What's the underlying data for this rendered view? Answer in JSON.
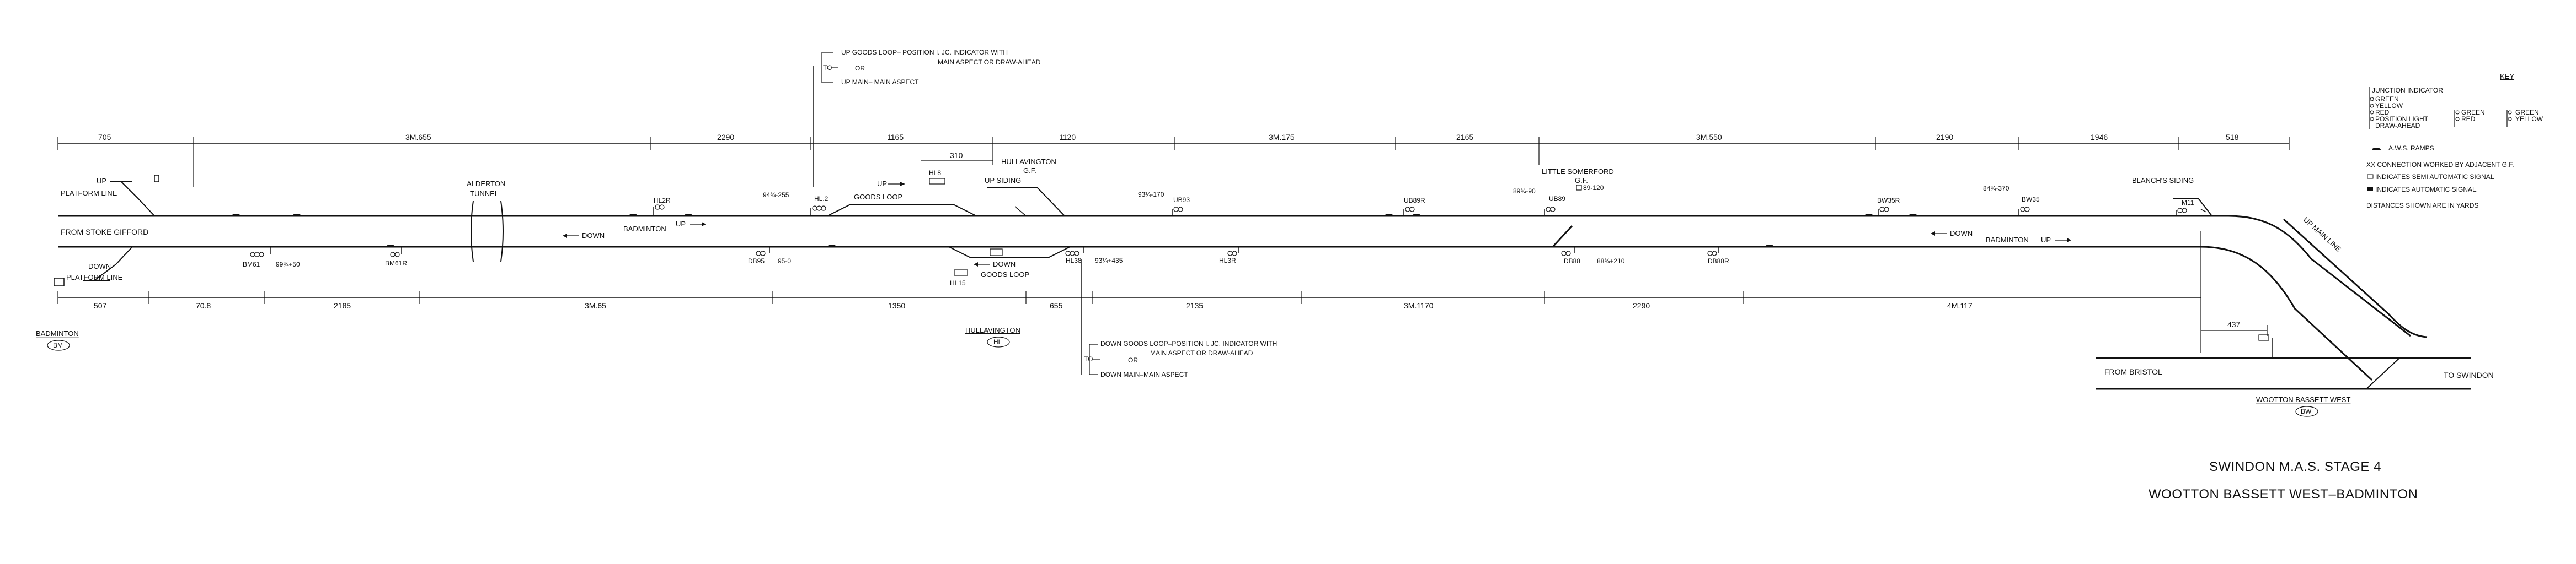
{
  "diagram": {
    "title_line1": "SWINDON M.A.S.   STAGE 4",
    "title_line2": "WOOTTON BASSETT WEST–BADMINTON",
    "stations": {
      "badminton": "BADMINTON",
      "badminton_code": "BM",
      "hullavington": "HULLAVINGTON",
      "hullavington_code": "HL",
      "wootton": "WOOTTON BASSETT WEST",
      "wootton_code": "BW",
      "hullavington_gf": "HULLAVINGTON",
      "hullavington_gf2": "G.F.",
      "little_somerford": "LITTLE SOMERFORD",
      "little_somerford_gf": "G.F.",
      "blanchs_siding": "BLANCH'S SIDING",
      "alderton1": "ALDERTON",
      "alderton2": "TUNNEL"
    },
    "track_labels": {
      "up_platform1": "UP",
      "up_platform2": "PLATFORM LINE",
      "down_platform1": "DOWN",
      "down_platform2": "PLATFORM LINE",
      "from_stoke": "FROM STOKE GIFFORD",
      "down_arrow_text": "DOWN",
      "badminton_up": "BADMINTON",
      "up_arrow": "UP",
      "up_goods": "UP",
      "goods_loop_up": "GOODS LOOP",
      "up_siding": "UP SIDING",
      "down_goods": "DOWN",
      "goods_loop_down": "GOODS LOOP",
      "down_right": "DOWN",
      "badminton_right": "BADMINTON",
      "up_main_line": "UP MAIN LINE",
      "from_bristol": "FROM BRISTOL",
      "to_swindon": "TO SWINDON"
    },
    "top_dimensions": [
      "705",
      "3M.655",
      "2290",
      "1165",
      "310",
      "1120",
      "3M.175",
      "2165",
      "3M.550",
      "2190",
      "1946",
      "518"
    ],
    "bottom_dimensions": [
      "507",
      "70.8",
      "2185",
      "3M.65",
      "1350",
      "655",
      "2135",
      "3M.1170",
      "2290",
      "4M.117",
      "437"
    ],
    "signals": {
      "hl2r": "HL2R",
      "hl2": "HL.2",
      "hl8": "HL8",
      "ub93": "UB93",
      "ub89r": "UB89R",
      "ub89": "UB89",
      "bw35r": "BW35R",
      "bw35": "BW35",
      "bm61": "BM61",
      "bm61r": "BM61R",
      "db95": "DB95",
      "hl3r": "HL3R",
      "hl38": "HL38",
      "hl15": "HL15",
      "db88": "DB88",
      "db88r": "DB88R",
      "m11": "M11"
    },
    "mileages": {
      "m1": "94¾-255",
      "m2": "93¼-170",
      "m3": "89¾-90",
      "m4": "89-120",
      "m5": "84¾-370",
      "m6": "99¾+50",
      "m7": "95-0",
      "m8": "93¼+435",
      "m9": "88¾+210"
    },
    "notes_top": {
      "to": "TO",
      "line1": "UP GOODS LOOP– POSITION I. JC. INDICATOR WITH",
      "line2": "MAIN ASPECT OR DRAW-AHEAD",
      "or": "OR",
      "line3": "UP MAIN– MAIN ASPECT"
    },
    "notes_bottom": {
      "to": "TO",
      "line1": "DOWN GOODS LOOP–POSITION I. JC. INDICATOR WITH",
      "line2": "MAIN ASPECT OR DRAW-AHEAD",
      "or": "OR",
      "line3": "DOWN MAIN–MAIN ASPECT"
    },
    "key": {
      "title": "KEY",
      "junction": "JUNCTION INDICATOR",
      "green": "GREEN",
      "yellow": "YELLOW",
      "red": "RED",
      "position_light": "POSITION LIGHT",
      "draw_ahead": "DRAW-AHEAD",
      "green2": "GREEN",
      "red2": "RED",
      "green3": "GREEN",
      "yellow3": "YELLOW",
      "aws": "A.W.S. RAMPS",
      "connection": "XX  CONNECTION WORKED BY ADJACENT G.F.",
      "semi": "INDICATES SEMI AUTOMATIC SIGNAL",
      "auto": "INDICATES AUTOMATIC SIGNAL.",
      "distances": "DISTANCES SHOWN ARE IN YARDS"
    }
  }
}
